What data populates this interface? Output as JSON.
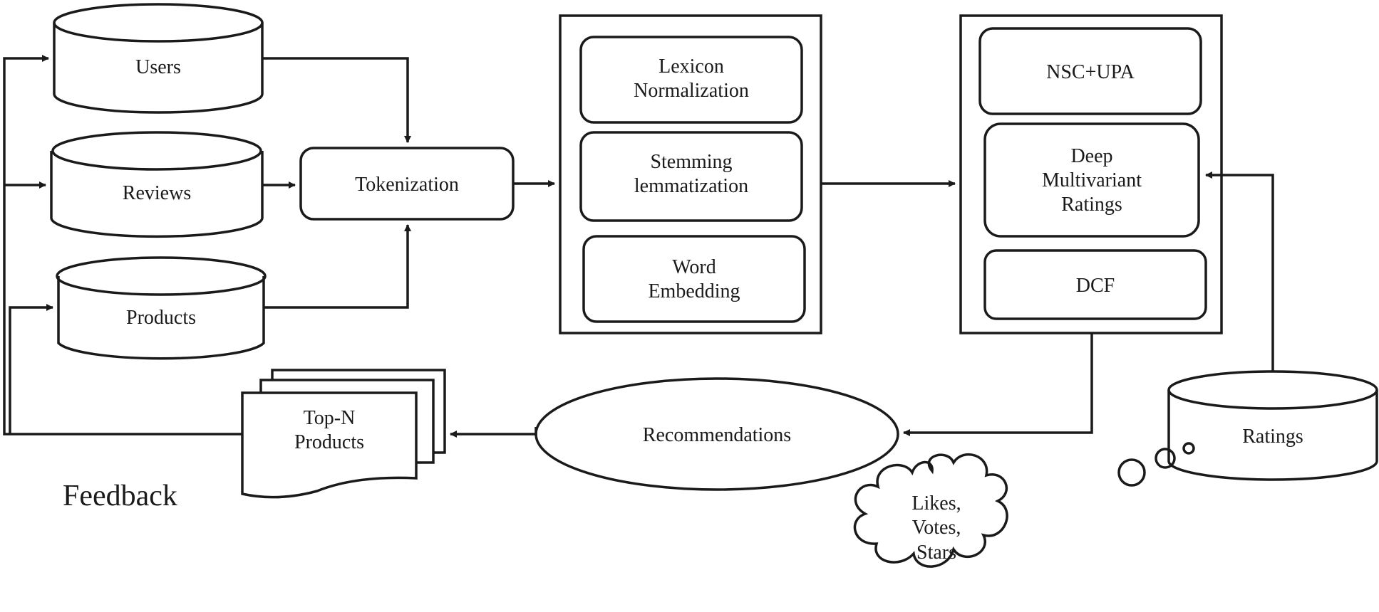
{
  "databases": {
    "users": "Users",
    "reviews": "Reviews",
    "products": "Products",
    "ratings": "Ratings"
  },
  "tokenization": "Tokenization",
  "preprocessing": {
    "lexicon": [
      "Lexicon",
      "Normalization"
    ],
    "stemming": [
      "Stemming",
      "lemmatization"
    ],
    "embedding": [
      "Word",
      "Embedding"
    ]
  },
  "models": {
    "nsc": "NSC+UPA",
    "deep": [
      "Deep",
      "Multivariant",
      "Ratings"
    ],
    "dcf": "DCF"
  },
  "recommendations": "Recommendations",
  "topn": [
    "Top-N",
    "Products"
  ],
  "feedback": "Feedback",
  "cloud": [
    "Likes,",
    "Votes,",
    "Stars"
  ]
}
